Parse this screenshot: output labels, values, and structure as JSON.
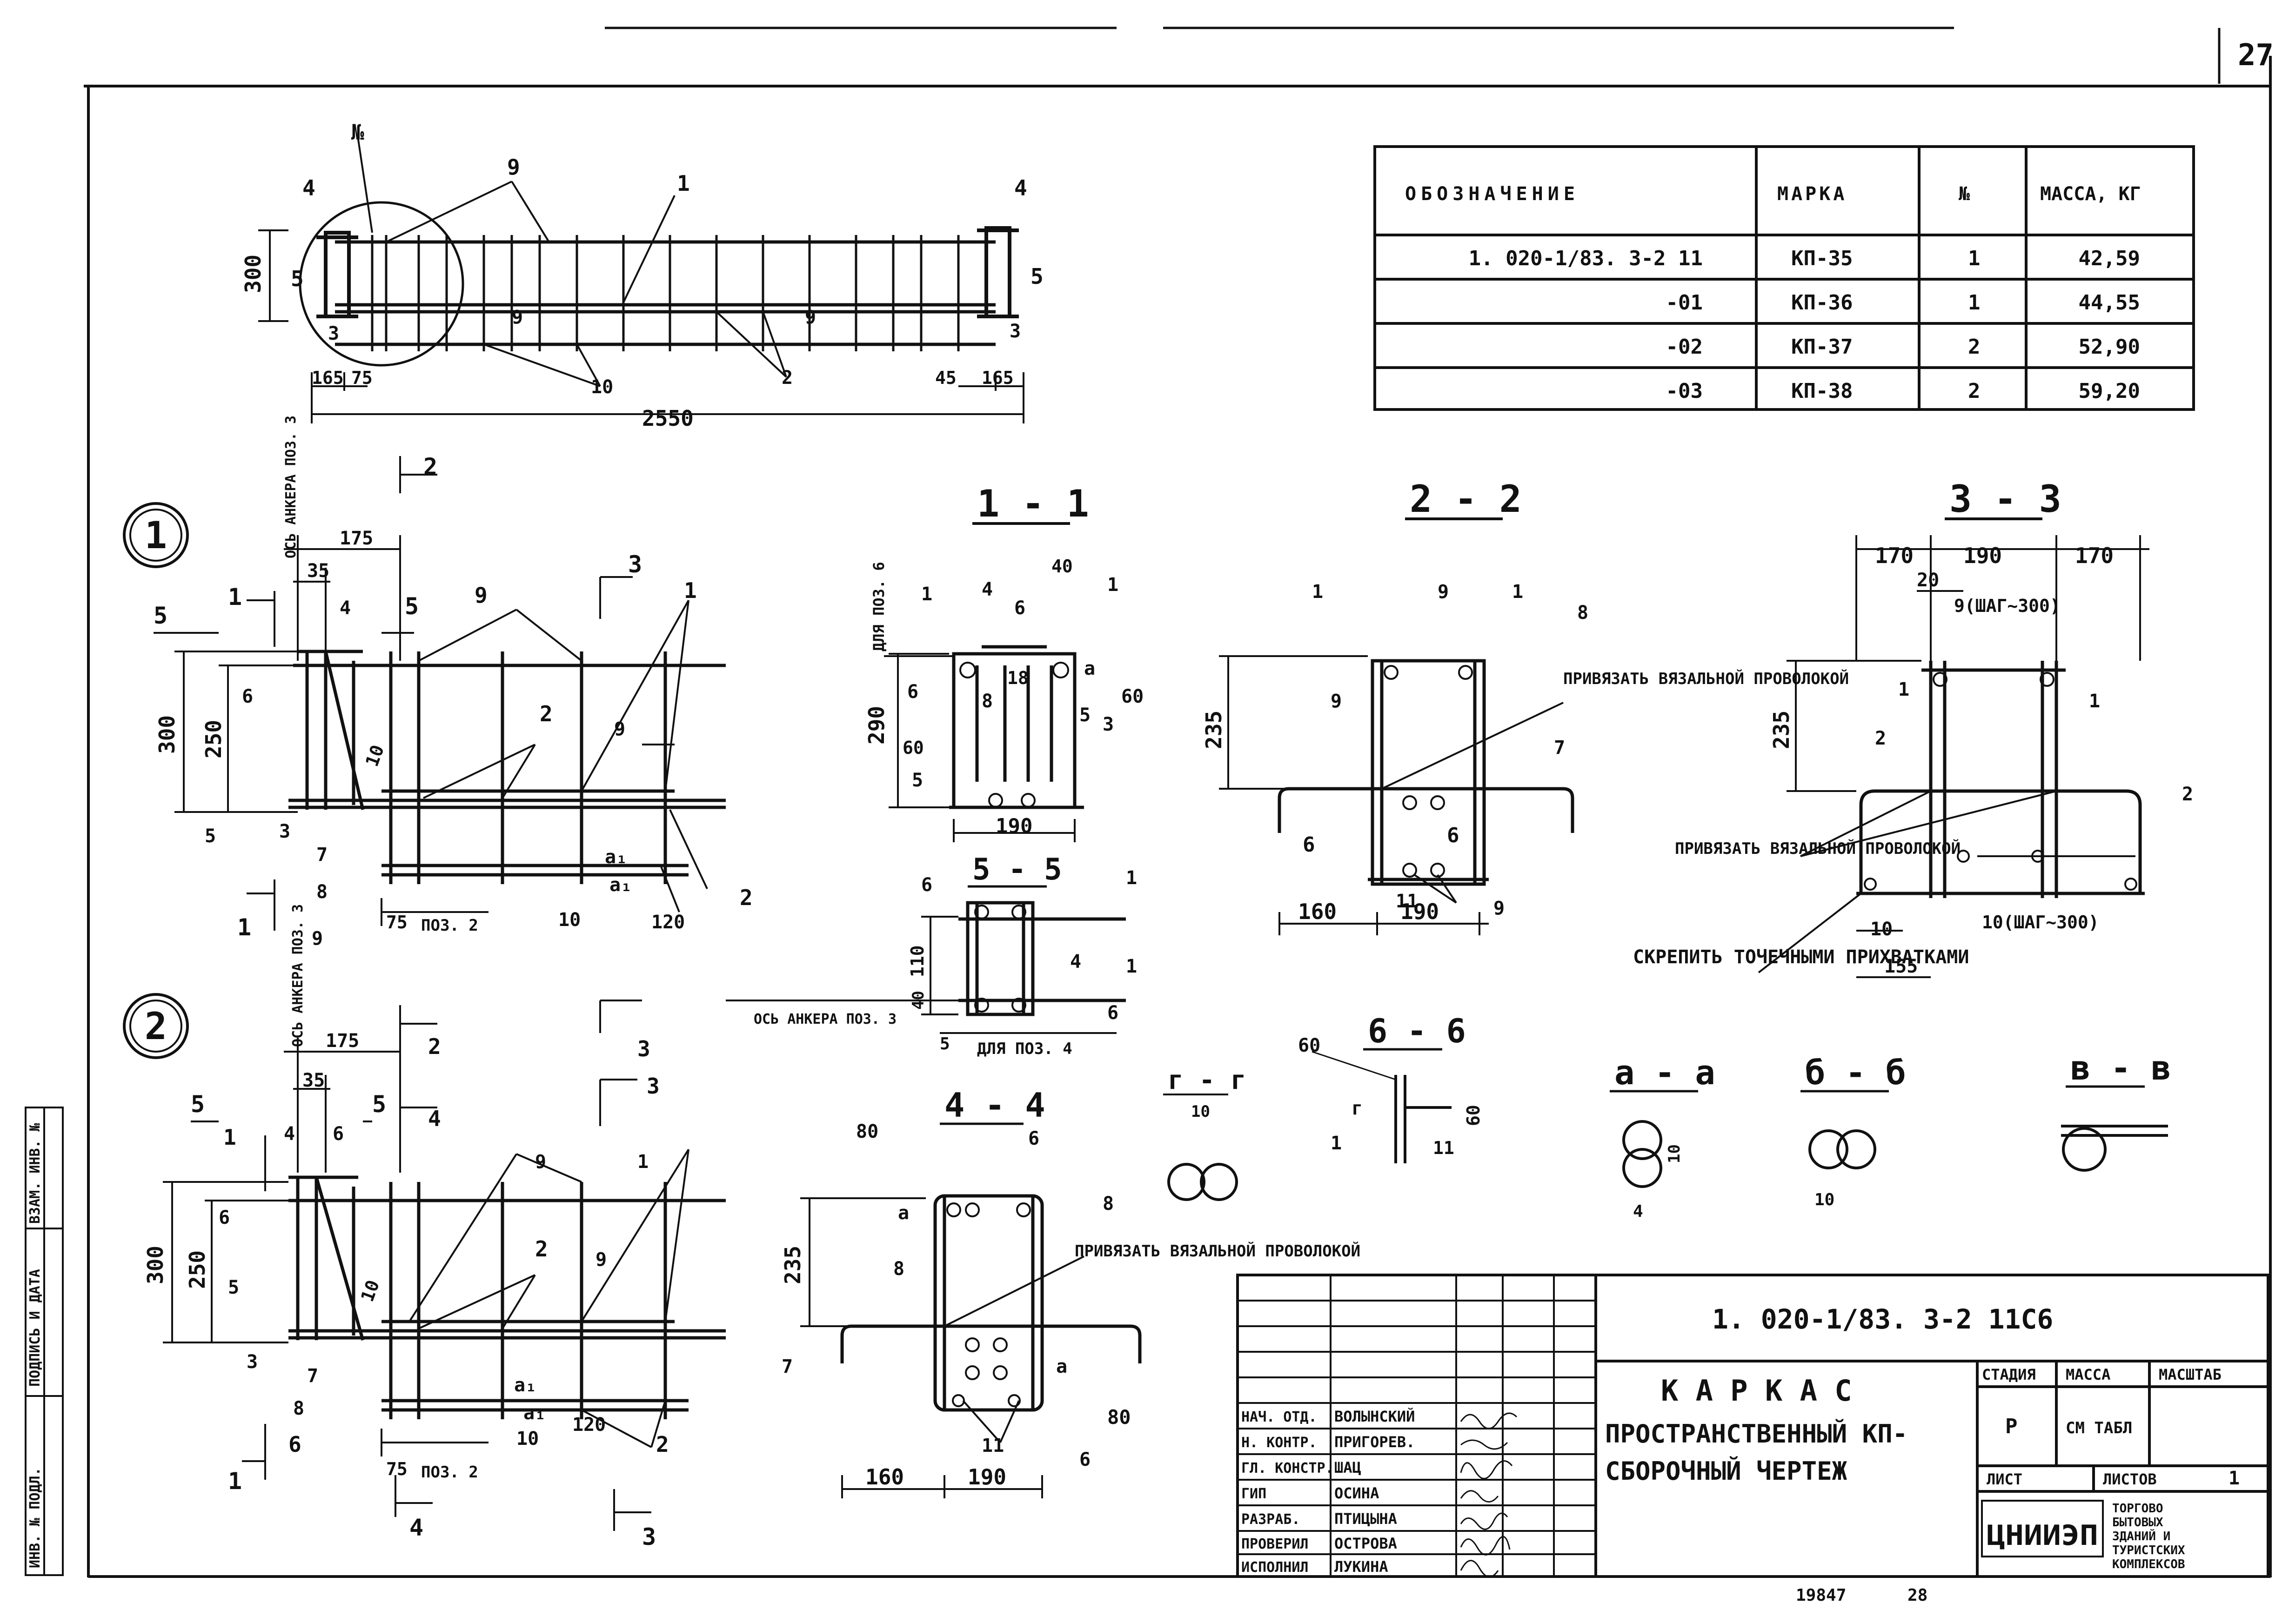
{
  "page_number": "27",
  "spec_table": {
    "headers": {
      "designation": "ОБОЗНАЧЕНИЕ",
      "mark": "МАРКА",
      "num": "№",
      "mass": "МАССА, КГ"
    },
    "rows": [
      {
        "designation": "1. 020-1/83. 3-2 11",
        "mark": "КП-35",
        "num": "1",
        "mass": "42,59"
      },
      {
        "designation": "-01",
        "mark": "КП-36",
        "num": "1",
        "mass": "44,55"
      },
      {
        "designation": "-02",
        "mark": "КП-37",
        "num": "2",
        "mass": "52,90"
      },
      {
        "designation": "-03",
        "mark": "КП-38",
        "num": "2",
        "mass": "59,20"
      }
    ]
  },
  "top_view": {
    "dims": {
      "height": "300",
      "d165l": "165",
      "d75": "75",
      "d45": "45",
      "d165r": "165",
      "total": "2550"
    },
    "marks": {
      "no": "№",
      "p4": "4",
      "p9": "9",
      "p1": "1",
      "p5": "5",
      "p3": "3",
      "p10": "10",
      "p2": "2"
    }
  },
  "view1": {
    "badge": "1",
    "anchor_axis": "ОСЬ АНКЕРА ПОЗ. 3",
    "dims": {
      "d175": "175",
      "d35": "35",
      "d300": "300",
      "d250": "250",
      "d10": "10",
      "d75": "75",
      "pos2": "ПОЗ. 2",
      "d120": "120"
    },
    "marks": {
      "s1": "1",
      "s2": "2",
      "s3": "3",
      "s5": "5",
      "p4": "4",
      "p6": "6",
      "p9": "9",
      "p1": "1",
      "p2": "2",
      "p5": "5",
      "p3": "3",
      "p7": "7",
      "p8": "8",
      "p10": "10",
      "a1": "a₁"
    }
  },
  "view2": {
    "badge": "2",
    "anchor_axis": "ОСЬ АНКЕРА ПОЗ. 3",
    "dims": {
      "d175": "175",
      "d35": "35",
      "d300": "300",
      "d250": "250",
      "d10": "10",
      "d75": "75",
      "pos2": "ПОЗ. 2",
      "d120": "120"
    },
    "marks": {
      "s1": "1",
      "s2": "2",
      "s3": "3",
      "s4": "4",
      "s5": "5",
      "s6": "6",
      "p4": "4",
      "p6": "6",
      "p9": "9",
      "p1": "1",
      "p2": "2",
      "p5": "5",
      "p3": "3",
      "p7": "7",
      "p8": "8",
      "p10": "10",
      "a1": "a₁"
    }
  },
  "section_1_1": {
    "title": "1 - 1",
    "dims": {
      "d290": "290",
      "d190": "190",
      "d40": "40",
      "d60l": "60",
      "d60r": "60",
      "d18": "18",
      "for_pos6": "ДЛЯ ПОЗ. 6"
    },
    "marks": {
      "p1": "1",
      "p4": "4",
      "p6": "6",
      "p8": "8",
      "p5": "5",
      "p3": "3",
      "a": "a"
    }
  },
  "section_5_5": {
    "title": "5 - 5",
    "dims": {
      "d110": "110",
      "d40": "40",
      "d5": "5",
      "for_pos4": "ДЛЯ ПОЗ. 4",
      "anchor_axis": "ОСЬ АНКЕРА ПОЗ. 3"
    },
    "marks": {
      "p6": "6",
      "p1": "1",
      "p4": "4"
    }
  },
  "section_2_2": {
    "title": "2 - 2",
    "dims": {
      "d235": "235",
      "d160": "160",
      "d190": "190"
    },
    "note": "ПРИВЯЗАТЬ ВЯЗАЛЬНОЙ ПРОВОЛОКОЙ",
    "marks": {
      "p1": "1",
      "p9": "9",
      "p8": "8",
      "p7": "7",
      "p11": "11",
      "s6": "6"
    }
  },
  "section_3_3": {
    "title": "3 - 3",
    "dims": {
      "d170l": "170",
      "d190": "190",
      "d170r": "170",
      "d20": "20",
      "d235": "235",
      "d10": "10",
      "d155": "155",
      "step9": "9(ШАГ~300)",
      "step10": "10(ШАГ~300)"
    },
    "note1": "ПРИВЯЗАТЬ ВЯЗАЛЬНОЙ ПРОВОЛОКОЙ",
    "note2": "СКРЕПИТЬ ТОЧЕЧНЫМИ ПРИХВАТКАМИ",
    "marks": {
      "p1": "1",
      "p2": "2"
    }
  },
  "section_4_4": {
    "title": "4 - 4",
    "dims": {
      "d80t": "80",
      "d235": "235",
      "d160": "160",
      "d190": "190",
      "d80b": "80"
    },
    "note": "ПРИВЯЗАТЬ ВЯЗАЛЬНОЙ ПРОВОЛОКОЙ",
    "marks": {
      "p6": "6",
      "p8": "8",
      "p7": "7",
      "p11": "11",
      "a": "a"
    }
  },
  "section_6_6": {
    "title": "6 - 6",
    "dims": {
      "d60": "60",
      "d60v": "60"
    },
    "marks": {
      "g": "г",
      "p1": "1",
      "p11": "11"
    }
  },
  "section_g_g": {
    "title": "г - г",
    "dims": {
      "d10": "10"
    }
  },
  "section_a_a": {
    "title": "а - а",
    "dims": {
      "d10": "10",
      "d4": "4"
    }
  },
  "section_b_b": {
    "title": "б - б",
    "dims": {
      "d10": "10"
    }
  },
  "section_v_v": {
    "title": "в - в"
  },
  "title_block": {
    "code": "1. 020-1/83. 3-2 11С6",
    "title": [
      "К А Р К А С",
      "ПРОСТРАНСТВЕННЫЙ КП-",
      "СБОРОЧНЫЙ ЧЕРТЕЖ"
    ],
    "stage_label": "СТАДИЯ",
    "mass_label": "МАССА",
    "scale_label": "МАСШТАБ",
    "stage": "Р",
    "mass_note": "СМ ТАБЛ",
    "sheet_label": "ЛИСТ",
    "sheets_label": "ЛИСТОВ",
    "sheets": "1",
    "org": "ЦНИИЭП",
    "org_desc": [
      "ТОРГОВО",
      "БЫТОВЫХ",
      "ЗДАНИЙ И",
      "ТУРИСТСКИХ",
      "КОМПЛЕКСОВ"
    ],
    "staff": [
      {
        "role": "НАЧ. ОТД.",
        "name": "ВОЛЫНСКИЙ"
      },
      {
        "role": "Н. КОНТР.",
        "name": "ПРИГОРЕВ."
      },
      {
        "role": "ГЛ. КОНСТР.",
        "name": "ШАЦ"
      },
      {
        "role": "ГИП",
        "name": "ОСИНА"
      },
      {
        "role": "РАЗРАБ.",
        "name": "ПТИЦЫНА"
      },
      {
        "role": "ПРОВЕРИЛ",
        "name": "ОСТРОВА"
      },
      {
        "role": "ИСПОЛНИЛ",
        "name": "ЛУКИНА"
      }
    ]
  },
  "side_stamp": [
    "ИНВ. № ПОДЛ.",
    "ПОДПИСЬ И ДАТА",
    "ВЗАМ. ИНВ. №"
  ],
  "footer": {
    "num1": "19847",
    "num2": "28"
  }
}
